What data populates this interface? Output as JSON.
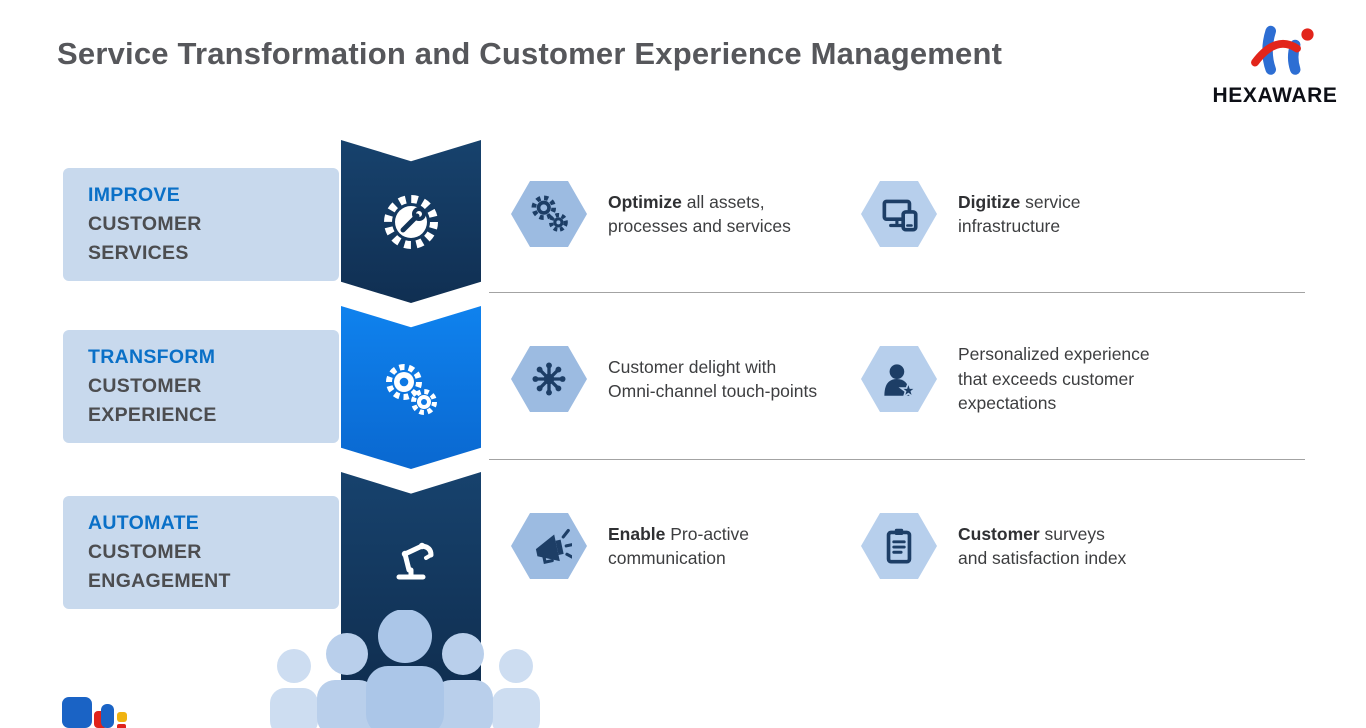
{
  "title": "Service Transformation and Customer Experience Management",
  "logo": {
    "brand": "HEXAWARE"
  },
  "colors": {
    "accent_blue": "#0a70c7",
    "label_bg": "#c8d9ed",
    "ribbon_navy": "#14395f",
    "ribbon_blue": "#0d7be8",
    "hex_fill_left": "#9cbbe1",
    "hex_fill_right": "#b7cfec",
    "icon_navy": "#1d3e66",
    "title_gray": "#56575b",
    "text_dark": "#3d3e40",
    "divider_gray": "#a3a3a3",
    "logo_red": "#e0231c",
    "logo_blue": "#2d6ed3",
    "logo_yellow": "#f0b310",
    "people_blue": "#b3cbe9"
  },
  "rows": [
    {
      "label": {
        "accent": "IMPROVE",
        "rest": "CUSTOMER\nSERVICES"
      },
      "ribbon_icon": "gear-wrench-icon",
      "items": [
        {
          "icon": "cogs-icon",
          "bold": "Optimize",
          "text": " all assets,\nprocesses and services"
        },
        {
          "icon": "devices-icon",
          "bold": "Digitize",
          "text": " service\ninfrastructure"
        }
      ]
    },
    {
      "label": {
        "accent": "TRANSFORM",
        "rest": "CUSTOMER\nEXPERIENCE"
      },
      "ribbon_icon": "gears-icon",
      "items": [
        {
          "icon": "omni-channel-icon",
          "bold": "",
          "text": "Customer delight with\nOmni-channel touch-points"
        },
        {
          "icon": "person-star-icon",
          "bold": "",
          "text": "Personalized experience\nthat exceeds customer\nexpectations"
        }
      ]
    },
    {
      "label": {
        "accent": "AUTOMATE",
        "rest": "CUSTOMER\nENGAGEMENT"
      },
      "ribbon_icon": "robot-arm-icon",
      "items": [
        {
          "icon": "megaphone-icon",
          "bold": "Enable",
          "text": " Pro-active\ncommunication"
        },
        {
          "icon": "clipboard-icon",
          "bold": "Customer",
          "text": " surveys\nand satisfaction index"
        }
      ]
    }
  ]
}
